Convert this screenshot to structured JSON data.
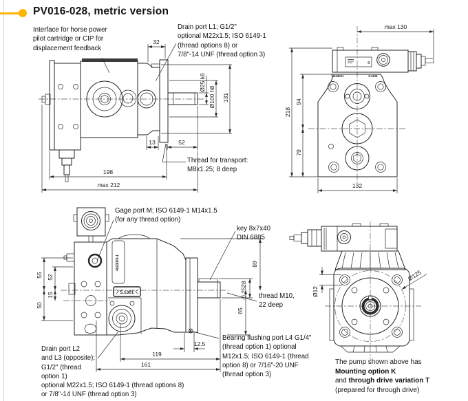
{
  "header": {
    "title": "PV016-028, metric version"
  },
  "colors": {
    "accent": "#FFB400",
    "line": "#232323",
    "page_border": "#cfcfcf"
  },
  "notes": {
    "interface": "Interface for horse power\npilot cartridge or CIP for\ndisplacement feedback",
    "drain_l1": "Drain port L1; G1/2\"\noptional M22x1.5; ISO 6149-1\n(thread options 8) or\n7/8\"-14 UNF (thread option 3)",
    "transport": "Thread for transport:\nM8x1.25; 8 deep",
    "gage": "Gage port M; ISO 6149-1 M14x1.5\n(for any thread option)",
    "key": "key 8x7x40\nDIN 6885",
    "thread_m10": "thread M10,\n22 deep",
    "drain_l2": "Drain port L2\nand L3 (opposite);\nG1/2\" (thread\noption 1)\noptional M22x1.5; ISO 6149-1 (thread options 8)\nor 7/8\"-14 UNF (thread option 3)",
    "bearing": "Bearing flushing port L4 G1/4\"\n(thread option 1) optional\nM12x1.5; ISO 6149-1 (thread\noption 8) or 7/16\"-20 UNF\n(thread option 3)"
  },
  "caption": {
    "l1": "The pump shown above has",
    "l2": "Mounting option K",
    "l3a": "and ",
    "l3b": "through drive variation T",
    "l4": "(prepared for through drive)"
  },
  "dims": {
    "side": {
      "w32": "32",
      "shaft": "Ø25 k6",
      "pilot": "Ø100 h8",
      "h131": "131",
      "w13": "13",
      "w52": "52",
      "w198": "198",
      "w212": "max 212"
    },
    "rear": {
      "w130": "max 130",
      "h218": "218",
      "h94": "94",
      "h79": "79",
      "w132": "132",
      "tag1": "4023001",
      "tag2": "5.3106"
    },
    "lower": {
      "h55": "55",
      "h52": "52",
      "h15": "15",
      "h50": "50",
      "s28": "28",
      "s28tol": "-0.25",
      "h89": "89",
      "h65": "65",
      "w125": "12.5",
      "w119": "119",
      "w161": "161",
      "plate": "5.1301",
      "tag": "4023003-1"
    },
    "front": {
      "d125": "Ø125",
      "d12": "Ø12"
    }
  }
}
